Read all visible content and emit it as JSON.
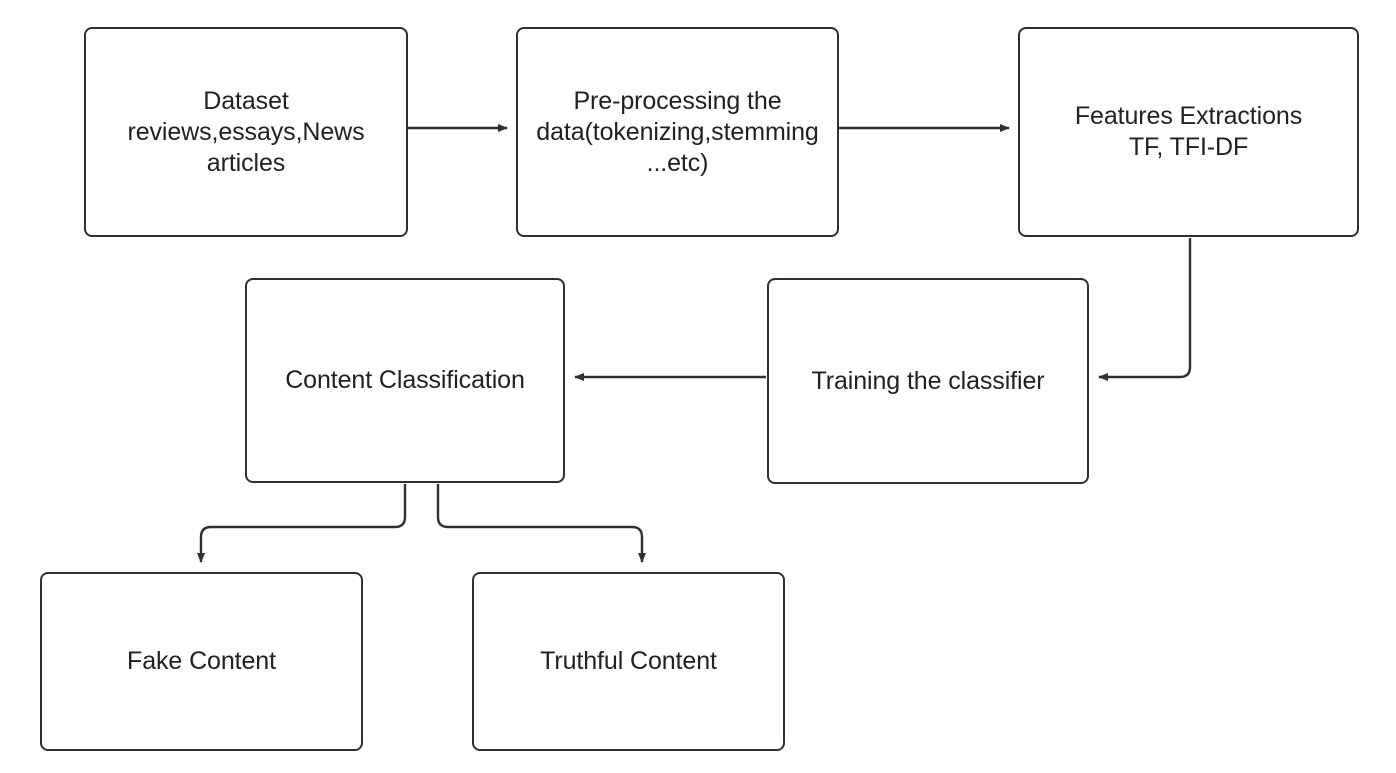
{
  "diagram": {
    "title": "Content classification pipeline flowchart",
    "background_color": "#ffffff",
    "node_border_color": "#32302f",
    "node_fill_color": "#ffffff",
    "edge_color": "#32302f",
    "text_color": "#23211f",
    "nodes": [
      {
        "id": "dataset",
        "label": "Dataset\nreviews,essays,News\narticles",
        "shape": "rounded-rectangle"
      },
      {
        "id": "preprocessing",
        "label": "Pre-processing the\ndata(tokenizing,stemming\n...etc)",
        "shape": "rounded-rectangle"
      },
      {
        "id": "features",
        "label": "Features Extractions\nTF, TFI-DF",
        "shape": "rounded-rectangle"
      },
      {
        "id": "training",
        "label": "Training the classifier",
        "shape": "rounded-rectangle"
      },
      {
        "id": "classification",
        "label": "Content Classification",
        "shape": "rounded-rectangle"
      },
      {
        "id": "fake",
        "label": "Fake Content",
        "shape": "rounded-rectangle"
      },
      {
        "id": "truthful",
        "label": "Truthful Content",
        "shape": "rounded-rectangle"
      }
    ],
    "edges": [
      {
        "id": "dataset-to-preprocessing",
        "from": "dataset",
        "to": "preprocessing",
        "label": "",
        "arrow": "right"
      },
      {
        "id": "preprocessing-to-features",
        "from": "preprocessing",
        "to": "features",
        "label": "",
        "arrow": "right"
      },
      {
        "id": "features-to-training",
        "from": "features",
        "to": "training",
        "label": "",
        "arrow": "left"
      },
      {
        "id": "training-to-classification",
        "from": "training",
        "to": "classification",
        "label": "",
        "arrow": "left"
      },
      {
        "id": "classification-to-fake",
        "from": "classification",
        "to": "fake",
        "label": "",
        "arrow": "down"
      },
      {
        "id": "classification-to-truthful",
        "from": "classification",
        "to": "truthful",
        "label": "",
        "arrow": "down"
      }
    ]
  }
}
